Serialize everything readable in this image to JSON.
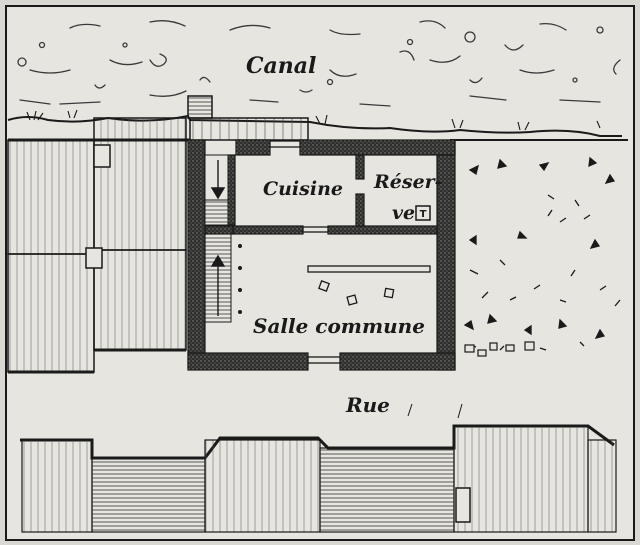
{
  "map": {
    "canal_label": "Canal",
    "kitchen_label": "Cuisine",
    "storage_label_line1": "Réser-",
    "storage_label_line2": "ve",
    "common_room_label": "Salle commune",
    "street_label": "Rue",
    "storage_symbol": "T"
  },
  "colors": {
    "paper": "#d9d8d3",
    "ink": "#1a1a1a",
    "wall_fill": "#3a3a38",
    "floor": "#e6e5e0"
  }
}
